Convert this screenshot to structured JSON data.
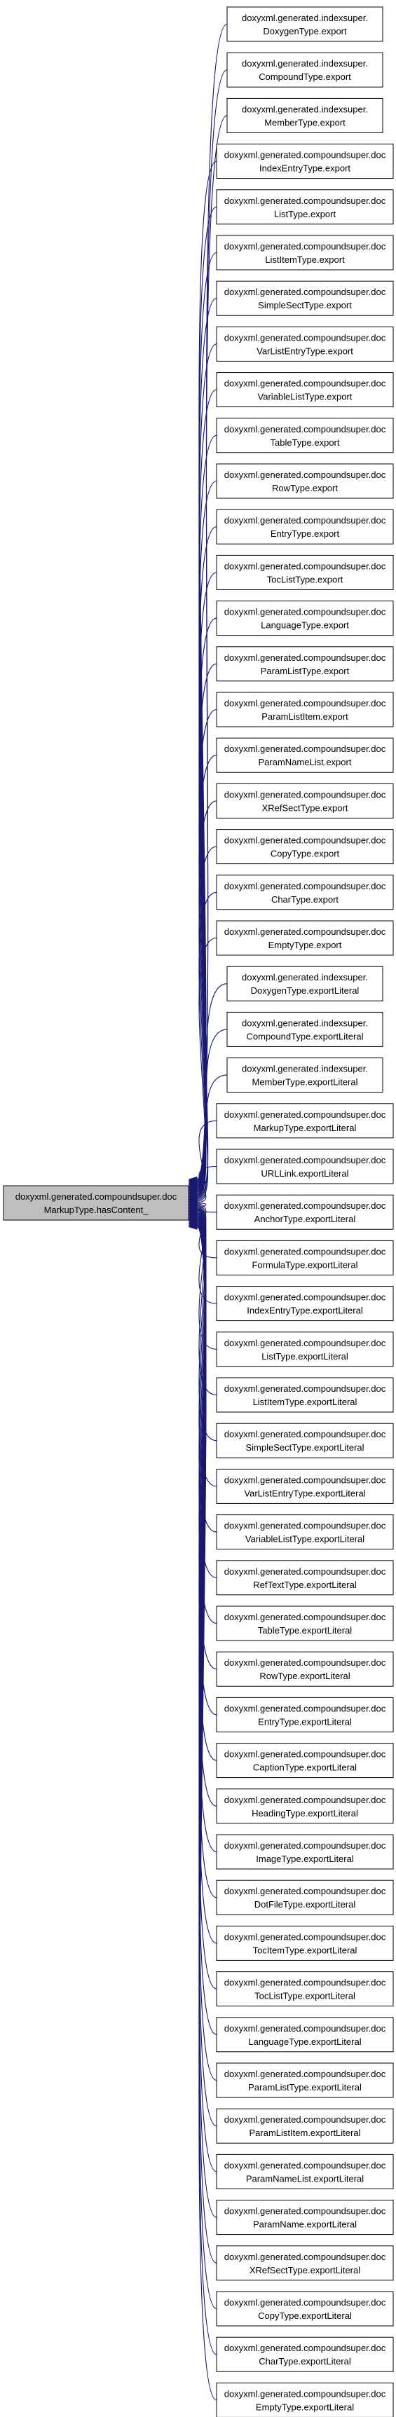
{
  "root": {
    "line1": "doxyxml.generated.compoundsuper.doc",
    "line2": "MarkupType.hasContent_"
  },
  "callers": [
    {
      "line1": "doxyxml.generated.indexsuper.",
      "line2": "DoxygenType.export"
    },
    {
      "line1": "doxyxml.generated.indexsuper.",
      "line2": "CompoundType.export"
    },
    {
      "line1": "doxyxml.generated.indexsuper.",
      "line2": "MemberType.export"
    },
    {
      "line1": "doxyxml.generated.compoundsuper.doc",
      "line2": "IndexEntryType.export"
    },
    {
      "line1": "doxyxml.generated.compoundsuper.doc",
      "line2": "ListType.export"
    },
    {
      "line1": "doxyxml.generated.compoundsuper.doc",
      "line2": "ListItemType.export"
    },
    {
      "line1": "doxyxml.generated.compoundsuper.doc",
      "line2": "SimpleSectType.export"
    },
    {
      "line1": "doxyxml.generated.compoundsuper.doc",
      "line2": "VarListEntryType.export"
    },
    {
      "line1": "doxyxml.generated.compoundsuper.doc",
      "line2": "VariableListType.export"
    },
    {
      "line1": "doxyxml.generated.compoundsuper.doc",
      "line2": "TableType.export"
    },
    {
      "line1": "doxyxml.generated.compoundsuper.doc",
      "line2": "RowType.export"
    },
    {
      "line1": "doxyxml.generated.compoundsuper.doc",
      "line2": "EntryType.export"
    },
    {
      "line1": "doxyxml.generated.compoundsuper.doc",
      "line2": "TocListType.export"
    },
    {
      "line1": "doxyxml.generated.compoundsuper.doc",
      "line2": "LanguageType.export"
    },
    {
      "line1": "doxyxml.generated.compoundsuper.doc",
      "line2": "ParamListType.export"
    },
    {
      "line1": "doxyxml.generated.compoundsuper.doc",
      "line2": "ParamListItem.export"
    },
    {
      "line1": "doxyxml.generated.compoundsuper.doc",
      "line2": "ParamNameList.export"
    },
    {
      "line1": "doxyxml.generated.compoundsuper.doc",
      "line2": "XRefSectType.export"
    },
    {
      "line1": "doxyxml.generated.compoundsuper.doc",
      "line2": "CopyType.export"
    },
    {
      "line1": "doxyxml.generated.compoundsuper.doc",
      "line2": "CharType.export"
    },
    {
      "line1": "doxyxml.generated.compoundsuper.doc",
      "line2": "EmptyType.export"
    },
    {
      "line1": "doxyxml.generated.indexsuper.",
      "line2": "DoxygenType.exportLiteral"
    },
    {
      "line1": "doxyxml.generated.indexsuper.",
      "line2": "CompoundType.exportLiteral"
    },
    {
      "line1": "doxyxml.generated.indexsuper.",
      "line2": "MemberType.exportLiteral"
    },
    {
      "line1": "doxyxml.generated.compoundsuper.doc",
      "line2": "MarkupType.exportLiteral"
    },
    {
      "line1": "doxyxml.generated.compoundsuper.doc",
      "line2": "URLLink.exportLiteral"
    },
    {
      "line1": "doxyxml.generated.compoundsuper.doc",
      "line2": "AnchorType.exportLiteral"
    },
    {
      "line1": "doxyxml.generated.compoundsuper.doc",
      "line2": "FormulaType.exportLiteral"
    },
    {
      "line1": "doxyxml.generated.compoundsuper.doc",
      "line2": "IndexEntryType.exportLiteral"
    },
    {
      "line1": "doxyxml.generated.compoundsuper.doc",
      "line2": "ListType.exportLiteral"
    },
    {
      "line1": "doxyxml.generated.compoundsuper.doc",
      "line2": "ListItemType.exportLiteral"
    },
    {
      "line1": "doxyxml.generated.compoundsuper.doc",
      "line2": "SimpleSectType.exportLiteral"
    },
    {
      "line1": "doxyxml.generated.compoundsuper.doc",
      "line2": "VarListEntryType.exportLiteral"
    },
    {
      "line1": "doxyxml.generated.compoundsuper.doc",
      "line2": "VariableListType.exportLiteral"
    },
    {
      "line1": "doxyxml.generated.compoundsuper.doc",
      "line2": "RefTextType.exportLiteral"
    },
    {
      "line1": "doxyxml.generated.compoundsuper.doc",
      "line2": "TableType.exportLiteral"
    },
    {
      "line1": "doxyxml.generated.compoundsuper.doc",
      "line2": "RowType.exportLiteral"
    },
    {
      "line1": "doxyxml.generated.compoundsuper.doc",
      "line2": "EntryType.exportLiteral"
    },
    {
      "line1": "doxyxml.generated.compoundsuper.doc",
      "line2": "CaptionType.exportLiteral"
    },
    {
      "line1": "doxyxml.generated.compoundsuper.doc",
      "line2": "HeadingType.exportLiteral"
    },
    {
      "line1": "doxyxml.generated.compoundsuper.doc",
      "line2": "ImageType.exportLiteral"
    },
    {
      "line1": "doxyxml.generated.compoundsuper.doc",
      "line2": "DotFileType.exportLiteral"
    },
    {
      "line1": "doxyxml.generated.compoundsuper.doc",
      "line2": "TocItemType.exportLiteral"
    },
    {
      "line1": "doxyxml.generated.compoundsuper.doc",
      "line2": "TocListType.exportLiteral"
    },
    {
      "line1": "doxyxml.generated.compoundsuper.doc",
      "line2": "LanguageType.exportLiteral"
    },
    {
      "line1": "doxyxml.generated.compoundsuper.doc",
      "line2": "ParamListType.exportLiteral"
    },
    {
      "line1": "doxyxml.generated.compoundsuper.doc",
      "line2": "ParamListItem.exportLiteral"
    },
    {
      "line1": "doxyxml.generated.compoundsuper.doc",
      "line2": "ParamNameList.exportLiteral"
    },
    {
      "line1": "doxyxml.generated.compoundsuper.doc",
      "line2": "ParamName.exportLiteral"
    },
    {
      "line1": "doxyxml.generated.compoundsuper.doc",
      "line2": "XRefSectType.exportLiteral"
    },
    {
      "line1": "doxyxml.generated.compoundsuper.doc",
      "line2": "CopyType.exportLiteral"
    },
    {
      "line1": "doxyxml.generated.compoundsuper.doc",
      "line2": "CharType.exportLiteral"
    },
    {
      "line1": "doxyxml.generated.compoundsuper.doc",
      "line2": "EmptyType.exportLiteral"
    }
  ],
  "colors": {
    "edge": "#191970",
    "root_fill": "#bfbfbf",
    "node_fill": "#ffffff",
    "border": "#000000"
  }
}
